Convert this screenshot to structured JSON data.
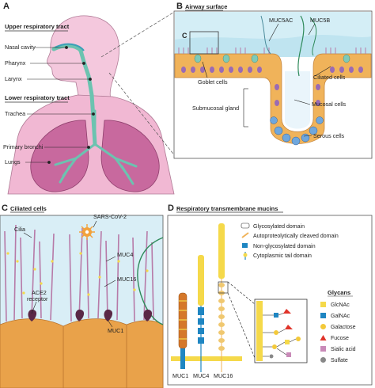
{
  "panel_a": {
    "letter": "A",
    "upper_title": "Upper respiratory tract",
    "lower_title": "Lower respiratory tract",
    "labels": [
      "Nasal cavity",
      "Pharynx",
      "Larynx",
      "Trachea",
      "Primary bronchi",
      "Lungs"
    ]
  },
  "panel_b": {
    "letter": "B",
    "title": "Airway surface",
    "inset_letter": "C",
    "labels": {
      "muc5ac": "MUC5AC",
      "muc5b": "MUC5B",
      "goblet": "Goblet cells",
      "ciliated": "Ciliated cells",
      "submucosal": "Submucosal gland",
      "mucosal": "Mucosal cells",
      "serous": "Serous cells"
    }
  },
  "panel_c": {
    "letter": "C",
    "title": "Ciliated cells",
    "labels": {
      "sars": "SARS-CoV-2",
      "cilia": "Cilia",
      "muc4": "MUC4",
      "muc16": "MUC16",
      "ace2": "ACE2",
      "receptor": "receptor",
      "muc1": "MUC1"
    }
  },
  "panel_d": {
    "letter": "D",
    "title": "Respiratory transmembrane mucins",
    "legend": [
      "Glycosylated domain",
      "Autoproteolytically cleaved domain",
      "Non-glycosylated domain",
      "Cytoplasmic tail domain"
    ],
    "glycans_title": "Glycans",
    "glycans": [
      "GlcNAc",
      "GalNAc",
      "Galactose",
      "Fucose",
      "Sialic acid",
      "Sulfate"
    ],
    "mucins": [
      "MUC1",
      "MUC4",
      "MUC16"
    ]
  },
  "colors": {
    "skin": "#f0b8d2",
    "lung": "#c8699e",
    "airway": "#7fcab8",
    "mucus": "#bfe4f0",
    "cell": "#f0b35a",
    "nucleus": "#9a6bb4",
    "gland": "#6fa7dd",
    "panel_c_bg": "#e9a24a",
    "cilia": "#b77aa8",
    "virus": "#f2a23c",
    "glcnac": "#f5d94a",
    "galnac": "#1f86c2",
    "galactose": "#f3c93a",
    "fucose": "#e0342a",
    "sialic": "#c98ab8",
    "sulfate": "#888888",
    "muc1": "#d5782a"
  }
}
